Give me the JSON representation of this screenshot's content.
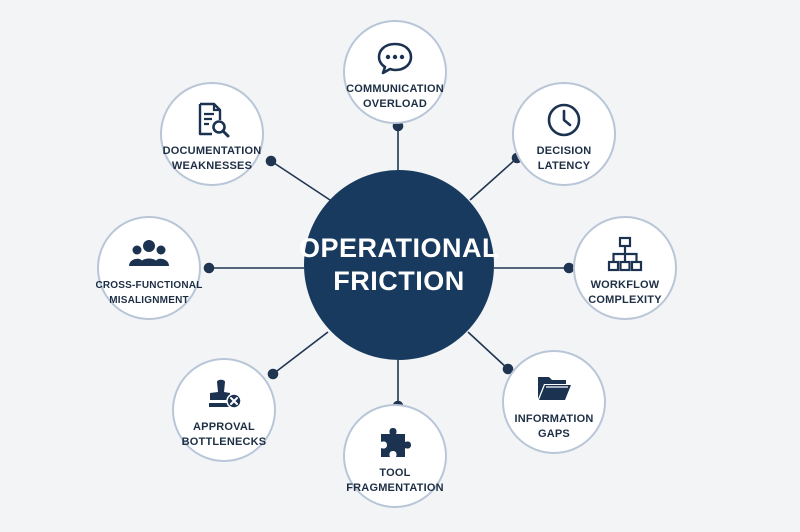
{
  "center": {
    "line1": "OPERATIONAL",
    "line2": "FRICTION"
  },
  "nodes": [
    {
      "id": "communication-overload",
      "icon": "chat-bubble-icon",
      "lines": [
        "COMMUNICATION",
        "OVERLOAD"
      ]
    },
    {
      "id": "decision-latency",
      "icon": "clock-icon",
      "lines": [
        "DECISION",
        "LATENCY"
      ]
    },
    {
      "id": "workflow-complexity",
      "icon": "flowchart-icon",
      "lines": [
        "WORKFLOW",
        "COMPLEXITY"
      ]
    },
    {
      "id": "information-gaps",
      "icon": "folder-icon",
      "lines": [
        "INFORMATION",
        "GAPS"
      ]
    },
    {
      "id": "tool-fragmentation",
      "icon": "puzzle-piece-icon",
      "lines": [
        "TOOL",
        "FRAGMENTATION"
      ]
    },
    {
      "id": "approval-bottlenecks",
      "icon": "stamp-reject-icon",
      "lines": [
        "APPROVAL",
        "BOTTLENECKS"
      ]
    },
    {
      "id": "cross-functional-misalignment",
      "icon": "team-icon",
      "lines": [
        "CROSS-FUNCTIONAL",
        "MISALIGNMENT"
      ]
    },
    {
      "id": "documentation-weaknesses",
      "icon": "document-search-icon",
      "lines": [
        "DOCUMENTATION",
        "WEAKNESSES"
      ]
    }
  ],
  "colors": {
    "primary": "#173a5e",
    "node_border": "#b9c6d8",
    "text": "#1e2f45",
    "background": "#f3f4f6"
  }
}
